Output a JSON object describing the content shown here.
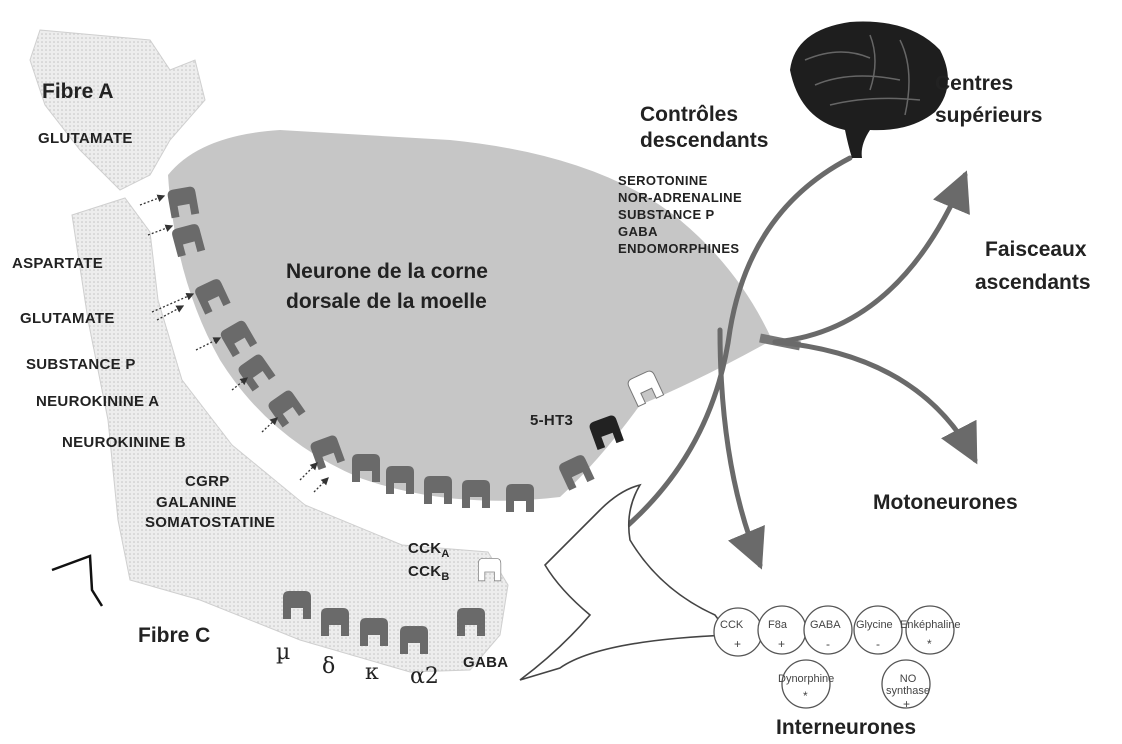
{
  "fibers": {
    "a": "Fibre A",
    "c": "Fibre C"
  },
  "neuron": {
    "line1": "Neurone de la corne",
    "line2": "dorsale de la moelle"
  },
  "fiber_a_transmitters": [
    "GLUTAMATE",
    "ASPARTATE",
    "GLUTAMATE",
    "SUBSTANCE P",
    "NEUROKININE A",
    "NEUROKININE B"
  ],
  "fiber_c_transmitters": [
    "CGRP",
    "GALANINE",
    "SOMATOSTATINE"
  ],
  "receptor_5ht3": "5-HT3",
  "cck": {
    "a_base": "CCK",
    "a_sub": "A",
    "b_base": "CCK",
    "b_sub": "B"
  },
  "opioid_receptors": [
    "µ",
    "δ",
    "κ",
    "α2"
  ],
  "gaba_receptor": "GABA",
  "descending": {
    "title_line1": "Contrôles",
    "title_line2": "descendants",
    "substances": [
      "SEROTONINE",
      "NOR-ADRENALINE",
      "SUBSTANCE P",
      "GABA",
      "ENDOMORPHINES"
    ]
  },
  "upper_centers": {
    "line1": "Centres",
    "line2": "supérieurs"
  },
  "ascending": {
    "line1": "Faisceaux",
    "line2": "ascendants"
  },
  "motoneurons": "Motoneurones",
  "interneurons": {
    "title": "Interneurones",
    "cells": [
      {
        "name": "CCK",
        "sign": "+"
      },
      {
        "name": "F8a",
        "sign": "+"
      },
      {
        "name": "GABA",
        "sign": "-"
      },
      {
        "name": "Glycine",
        "sign": "-"
      },
      {
        "name": "Enképhaline",
        "sign": "*"
      },
      {
        "name": "Dynorphine",
        "sign": "*"
      },
      {
        "name": "NO synthase",
        "sign": "+"
      }
    ]
  }
}
